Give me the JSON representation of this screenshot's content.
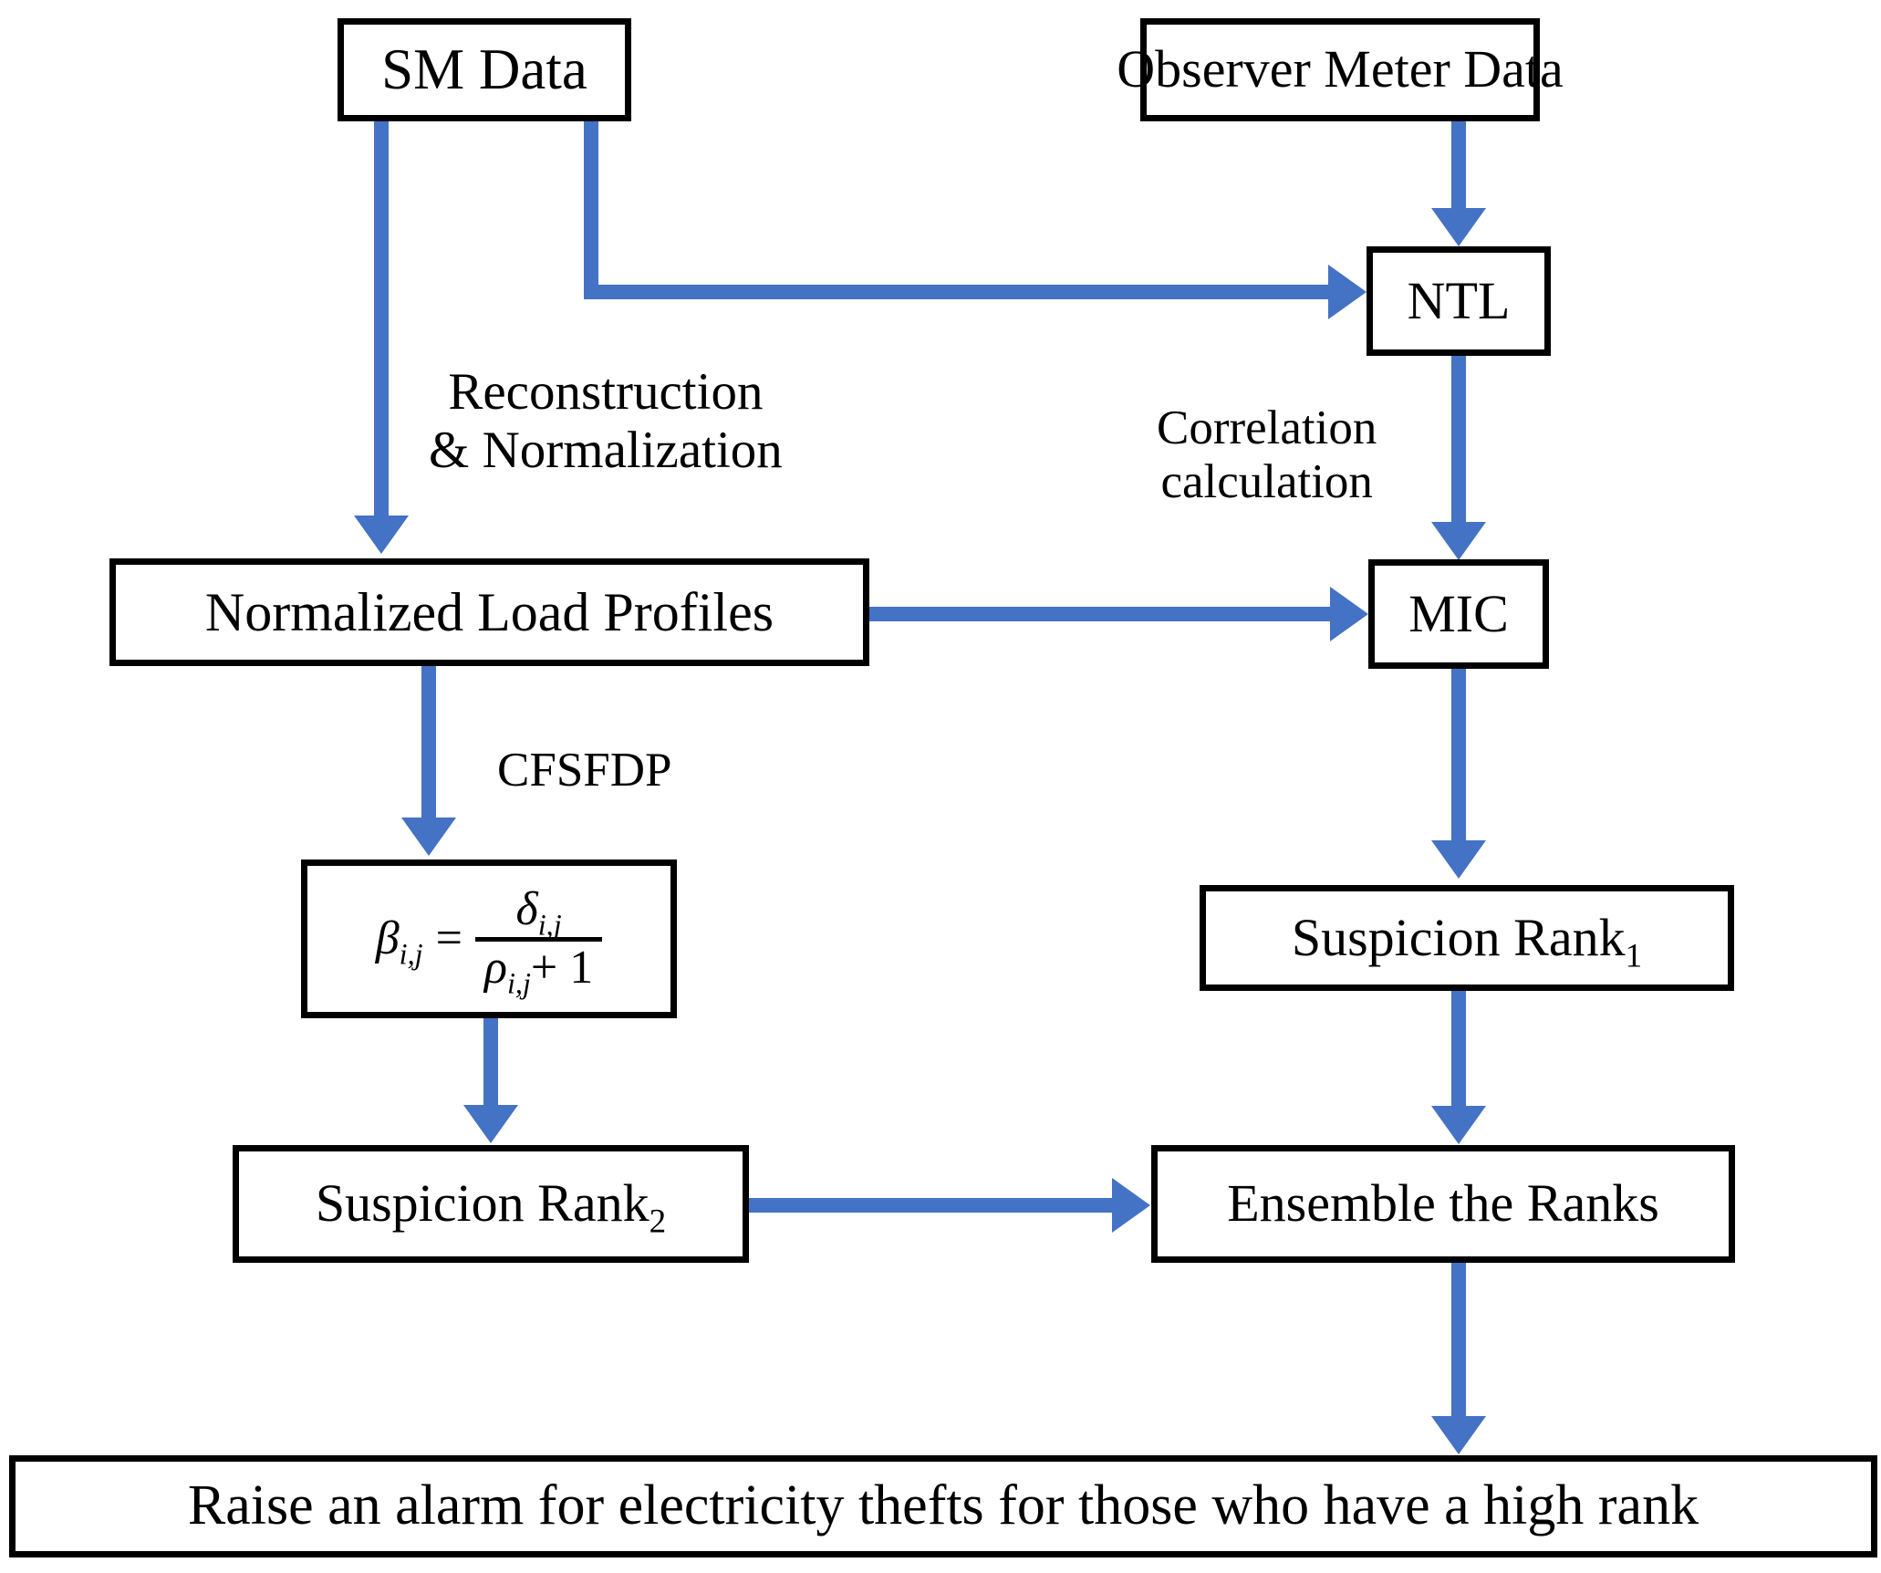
{
  "diagram": {
    "title": "Electricity theft detection flowchart",
    "accent_color": "#4472C4",
    "border_color": "#000000",
    "background_color": "#ffffff"
  },
  "nodes": {
    "sm_data": "SM Data",
    "observer_meter_data": "Observer Meter Data",
    "ntl": "NTL",
    "mic": "MIC",
    "normalized_load_profiles": "Normalized Load Profiles",
    "suspicion_rank_1_base": "Suspicion Rank",
    "suspicion_rank_1_sub": "1",
    "suspicion_rank_2_base": "Suspicion Rank",
    "suspicion_rank_2_sub": "2",
    "ensemble_the_ranks": "Ensemble the Ranks",
    "alarm": "Raise an alarm for electricity thefts for those who have a high rank"
  },
  "formula": {
    "lhs_symbol": "β",
    "lhs_subscript": "i,j",
    "equals": "=",
    "numerator_symbol": "δ",
    "numerator_subscript": "i,j",
    "denominator_symbol": "ρ",
    "denominator_subscript": "i,j",
    "denominator_tail": "+ 1",
    "plain": "β(i,j) = δ(i,j) / (ρ(i,j) + 1)"
  },
  "edge_labels": {
    "reconstruction_normalization": "Reconstruction\n& Normalization",
    "correlation_calculation": "Correlation\ncalculation",
    "cfsfdp": "CFSFDP"
  },
  "edges": [
    {
      "from": "sm_data",
      "to": "normalized_load_profiles",
      "label": "Reconstruction & Normalization"
    },
    {
      "from": "sm_data",
      "to": "ntl",
      "label": ""
    },
    {
      "from": "observer_meter_data",
      "to": "ntl",
      "label": ""
    },
    {
      "from": "ntl",
      "to": "mic",
      "label": "Correlation calculation"
    },
    {
      "from": "normalized_load_profiles",
      "to": "mic",
      "label": ""
    },
    {
      "from": "normalized_load_profiles",
      "to": "formula",
      "label": "CFSFDP"
    },
    {
      "from": "formula",
      "to": "suspicion_rank_2",
      "label": ""
    },
    {
      "from": "mic",
      "to": "suspicion_rank_1",
      "label": ""
    },
    {
      "from": "suspicion_rank_1",
      "to": "ensemble_the_ranks",
      "label": ""
    },
    {
      "from": "suspicion_rank_2",
      "to": "ensemble_the_ranks",
      "label": ""
    },
    {
      "from": "ensemble_the_ranks",
      "to": "alarm",
      "label": ""
    }
  ]
}
